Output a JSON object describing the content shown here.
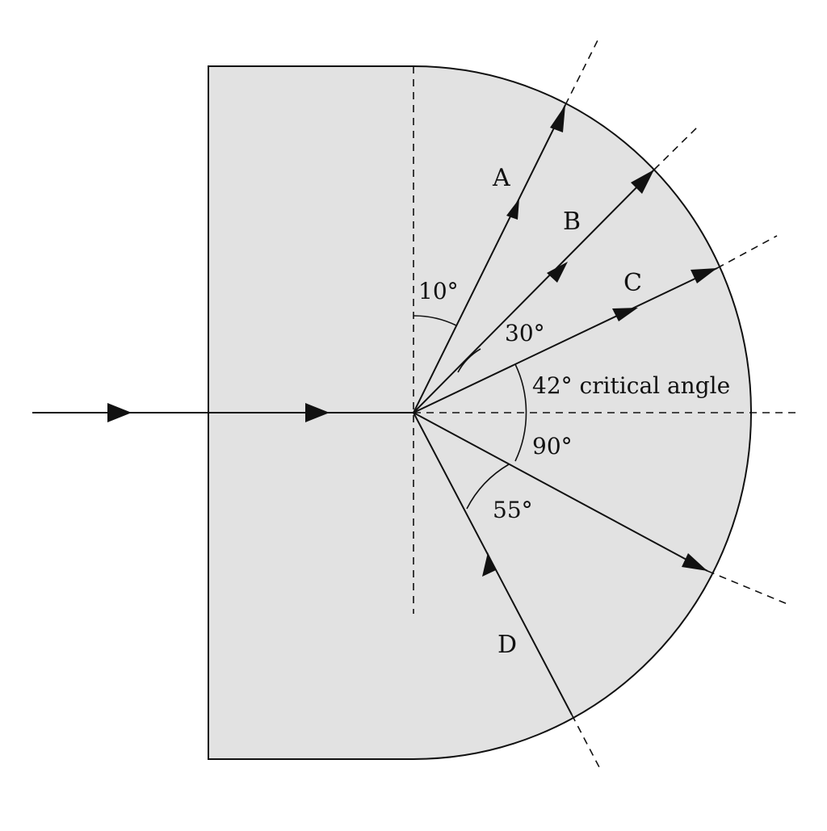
{
  "diagram": {
    "colors": {
      "block_fill": "#e2e2e2",
      "line": "#111111",
      "background": "#ffffff"
    },
    "ray_labels": {
      "a": "A",
      "b": "B",
      "c": "C",
      "d": "D"
    },
    "angle_labels": {
      "a": "10°",
      "b": "30°",
      "c": "42° critical angle",
      "right": "90°",
      "d": "55°"
    }
  }
}
